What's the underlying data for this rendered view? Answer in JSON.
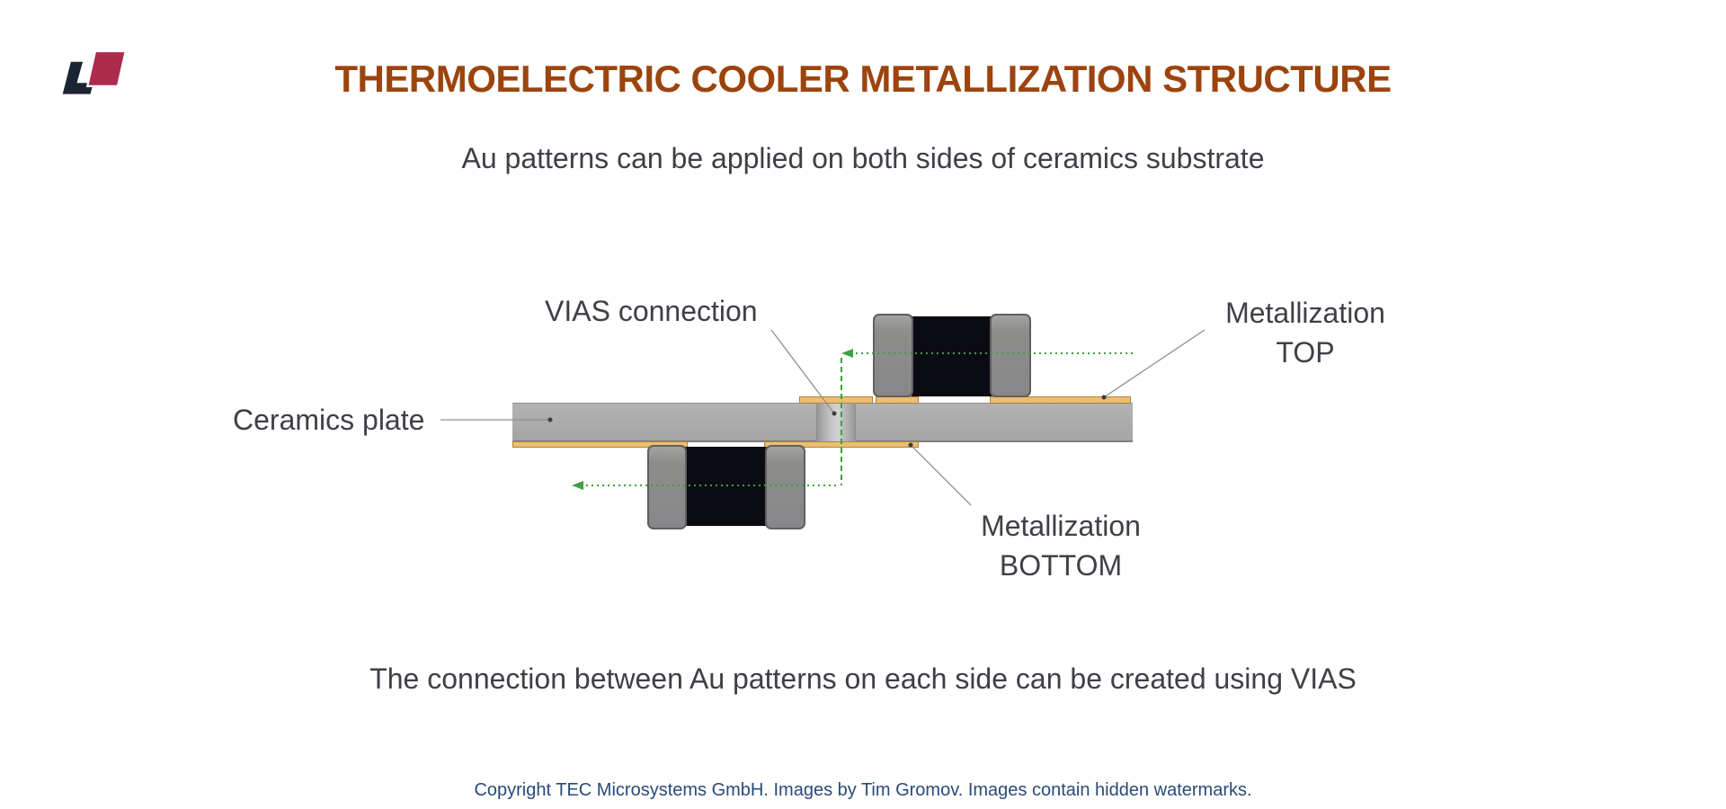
{
  "title": {
    "text": "THERMOELECTRIC COOLER METALLIZATION STRUCTURE",
    "color": "#9c440e"
  },
  "subtitle": {
    "text": "Au patterns can be applied on both sides of ceramics substrate"
  },
  "statement": {
    "text": "The connection between Au patterns on each side can be created using VIAS"
  },
  "footer": {
    "text": "Copyright TEC Microsystems GmbH. Images by Tim Gromov. Images contain hidden watermarks.",
    "color": "#2a4a78"
  },
  "logo": {
    "navy_color": "#1b2433",
    "red_color": "#ad2b4d"
  },
  "diagram": {
    "labels": {
      "vias": "VIAS connection",
      "ceramics": "Ceramics plate",
      "met_top": [
        "Metallization",
        "TOP"
      ],
      "met_bottom": [
        "Metallization",
        "BOTTOM"
      ]
    },
    "colors": {
      "ceramic_plate": "#ababab",
      "via_highlight": "#d2d2d2",
      "gold_metallization": "#eebd72",
      "gold_border": "#aa8440",
      "electrode_gray": "#8d8d8b",
      "chip_body_black": "#0b0b14",
      "green_path": "#3ea03e",
      "label_line_gray": "#909090",
      "label_text": "#3f3f46"
    }
  }
}
